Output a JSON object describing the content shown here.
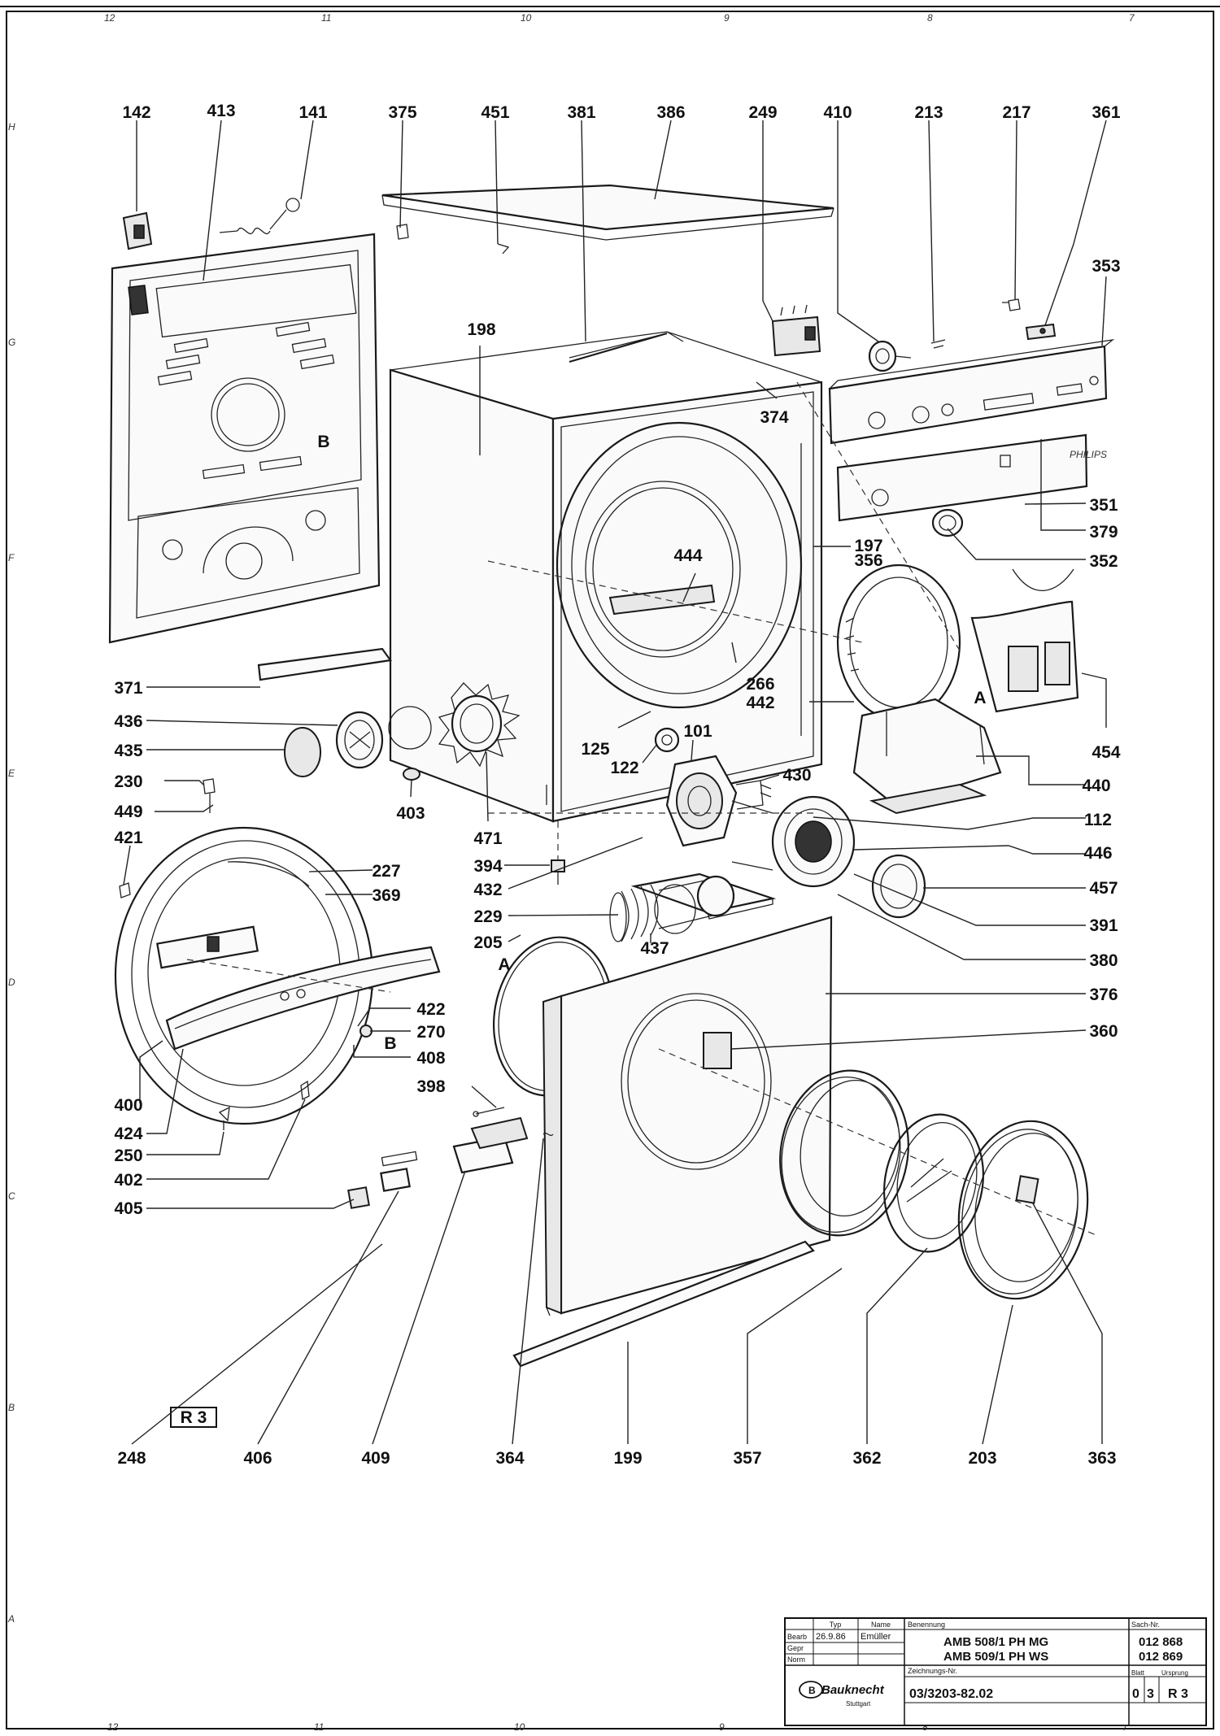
{
  "frame_markers": {
    "top": [
      "12",
      "11",
      "10",
      "9",
      "8",
      "7"
    ],
    "bottom": [
      "12",
      "11",
      "10",
      "9",
      "8",
      "7"
    ],
    "left": [
      "H",
      "G",
      "F",
      "E",
      "D",
      "C",
      "B",
      "A"
    ]
  },
  "labels": {
    "l142": "142",
    "l413": "413",
    "l141": "141",
    "l375": "375",
    "l451": "451",
    "l381": "381",
    "l386": "386",
    "l249": "249",
    "l410": "410",
    "l213": "213",
    "l217": "217",
    "l361": "361",
    "l353": "353",
    "l198": "198",
    "l374": "374",
    "l351": "351",
    "l379": "379",
    "l352": "352",
    "l197": "197",
    "l356": "356",
    "l444": "444",
    "l266": "266",
    "l442": "442",
    "l454": "454",
    "l440": "440",
    "l112": "112",
    "l446": "446",
    "l457": "457",
    "l391": "391",
    "l380": "380",
    "l376": "376",
    "l360": "360",
    "l371": "371",
    "l436": "436",
    "l435": "435",
    "l230": "230",
    "l449": "449",
    "l421": "421",
    "l403": "403",
    "l471": "471",
    "l394": "394",
    "l432": "432",
    "l229": "229",
    "l205": "205",
    "l437": "437",
    "l125": "125",
    "l122": "122",
    "l101": "101",
    "l430": "430",
    "l227": "227",
    "l369": "369",
    "l422": "422",
    "l270": "270",
    "l408": "408",
    "l398": "398",
    "l400": "400",
    "l424": "424",
    "l250": "250",
    "l402": "402",
    "l405": "405",
    "l248": "248",
    "l406": "406",
    "l409": "409",
    "l364": "364",
    "l199": "199",
    "l357": "357",
    "l362": "362",
    "l203": "203",
    "l363": "363",
    "refB1": "B",
    "refB2": "B",
    "refA1": "A",
    "refA2": "A"
  },
  "panel_brand": "PHILIPS",
  "sheet_ref": "R 3",
  "title_block": {
    "col_typ": "Typ",
    "col_name": "Name",
    "row_bearb": "Bearb",
    "row_gepr": "Gepr",
    "row_norm": "Norm",
    "date": "26.9.86",
    "name": "Emüller",
    "benennung_label": "Benennung",
    "model_line1": "AMB 508/1 PH MG",
    "model_line2": "AMB 509/1 PH WS",
    "sach_label": "Sach-Nr.",
    "sach_1": "012 868",
    "sach_2": "012 869",
    "zeichnung_label": "Zeichnungs-Nr.",
    "drawing_no": "03/3203-82.02",
    "blatt_label": "Blatt",
    "blatt_0": "0",
    "blatt_3": "3",
    "ursprung_label": "Ursprung",
    "ursprung": "R 3",
    "brand": "Bauknecht",
    "brand_city": "Stuttgart"
  }
}
